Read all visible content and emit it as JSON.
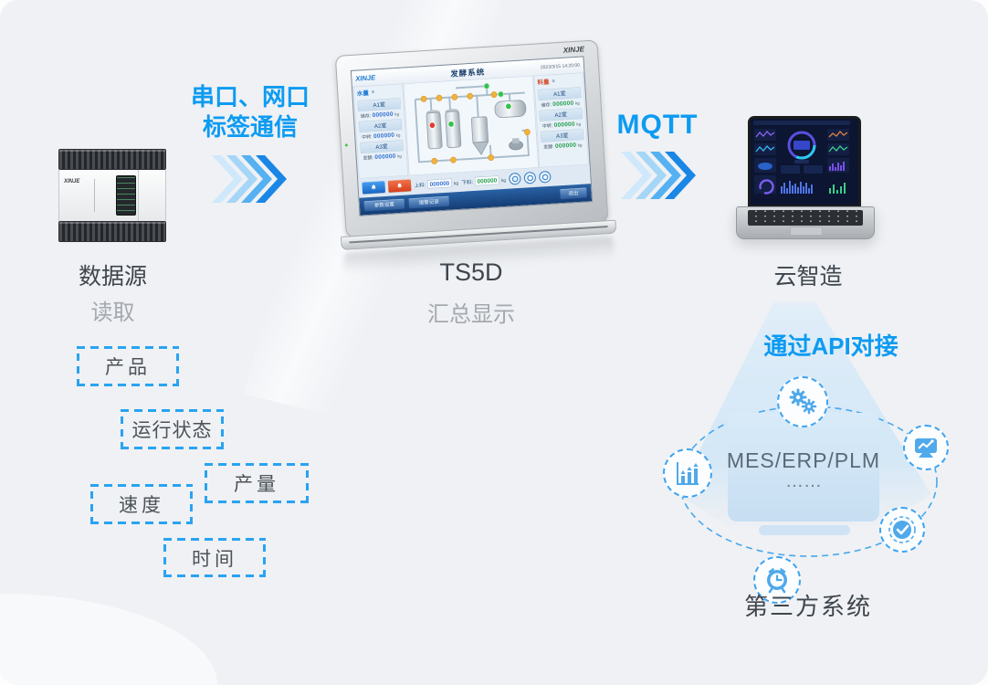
{
  "colors": {
    "accent_blue": "#0d9bf2",
    "dashed_blue": "#29a3f1",
    "icon_blue": "#4fa9ea",
    "dark_text": "#3f464d",
    "gray_text": "#a3a9af",
    "value_blue": "#2f6fd2",
    "value_green": "#1f9e4a",
    "alert_red": "#d8401c"
  },
  "plc": {
    "brand": "XINJE",
    "label": "数据源",
    "sublabel": "读取"
  },
  "serial_link": {
    "line1": "串口、网口",
    "line2": "标签通信"
  },
  "mqtt_link": {
    "label": "MQTT"
  },
  "hmi": {
    "label": "TS5D",
    "sublabel": "汇总显示",
    "bezel_brand": "XINJE",
    "screen": {
      "brand": "XINJE",
      "title": "发酵系统",
      "date": "2023/3/15",
      "time": "14:20:00",
      "left_panel": {
        "header": "水量",
        "rows": [
          {
            "room": "A1室",
            "field": "储存:",
            "value": "000000",
            "unit": "kg"
          },
          {
            "room": "A2室",
            "field": "中转:",
            "value": "000000",
            "unit": "kg"
          },
          {
            "room": "A3室",
            "field": "发酵:",
            "value": "000000",
            "unit": "kg"
          }
        ]
      },
      "right_panel": {
        "header": "料量",
        "rows": [
          {
            "room": "A1室",
            "field": "储存:",
            "value": "000000",
            "unit": "kg"
          },
          {
            "room": "A2室",
            "field": "中转:",
            "value": "000000",
            "unit": "kg"
          },
          {
            "room": "A3室",
            "field": "发酵:",
            "value": "000000",
            "unit": "kg"
          }
        ]
      },
      "bottom": {
        "up_label": "上料:",
        "up_value": "000000",
        "up_unit": "kg",
        "down_label": "下料:",
        "down_value": "000000",
        "down_unit": "kg"
      },
      "nav": {
        "buttons": [
          "参数设置",
          "报警记录"
        ],
        "exit": "退出"
      }
    }
  },
  "cloud": {
    "label": "云智造"
  },
  "api": {
    "label": "通过API对接"
  },
  "third_party": {
    "box_title": "MES/ERP/PLM",
    "box_dots": "……",
    "label": "第三方系统"
  },
  "tags": [
    {
      "label": "产品"
    },
    {
      "label": "运行状态"
    },
    {
      "label": "产量"
    },
    {
      "label": "速度"
    },
    {
      "label": "时间"
    }
  ],
  "icons": {
    "flow": "chevron-arrows-icon",
    "orbit": [
      "gears-icon",
      "bar-chart-icon",
      "monitor-chart-icon",
      "check-badge-icon",
      "alarm-clock-icon"
    ],
    "hmi_alarm_buttons": [
      "bell-icon",
      "bell-icon"
    ]
  }
}
